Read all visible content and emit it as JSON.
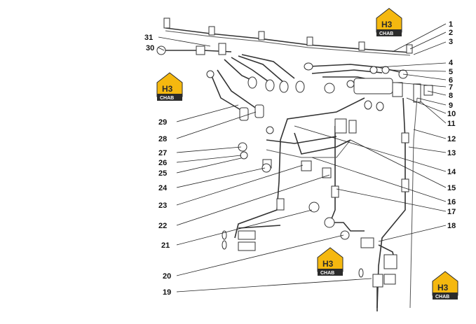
{
  "logo": {
    "letters": "H3",
    "subtitle": "CHAB"
  },
  "callouts": [
    {
      "id": "1",
      "label": "1"
    },
    {
      "id": "2",
      "label": "2"
    },
    {
      "id": "3",
      "label": "3"
    },
    {
      "id": "4",
      "label": "4"
    },
    {
      "id": "5",
      "label": "5"
    },
    {
      "id": "6",
      "label": "6"
    },
    {
      "id": "7",
      "label": "7"
    },
    {
      "id": "8",
      "label": "8"
    },
    {
      "id": "9",
      "label": "9"
    },
    {
      "id": "10",
      "label": "10"
    },
    {
      "id": "11",
      "label": "11"
    },
    {
      "id": "12",
      "label": "12"
    },
    {
      "id": "13",
      "label": "13"
    },
    {
      "id": "14",
      "label": "14"
    },
    {
      "id": "15",
      "label": "15"
    },
    {
      "id": "16",
      "label": "16"
    },
    {
      "id": "17",
      "label": "17"
    },
    {
      "id": "18",
      "label": "18"
    },
    {
      "id": "19",
      "label": "19"
    },
    {
      "id": "20",
      "label": "20"
    },
    {
      "id": "21",
      "label": "21"
    },
    {
      "id": "22",
      "label": "22"
    },
    {
      "id": "23",
      "label": "23"
    },
    {
      "id": "24",
      "label": "24"
    },
    {
      "id": "25",
      "label": "25"
    },
    {
      "id": "26",
      "label": "26"
    },
    {
      "id": "27",
      "label": "27"
    },
    {
      "id": "28",
      "label": "28"
    },
    {
      "id": "29",
      "label": "29"
    },
    {
      "id": "30",
      "label": "30"
    },
    {
      "id": "31",
      "label": "31"
    }
  ],
  "colors": {
    "logo_yellow": "#f5b80f",
    "logo_dark": "#2b2b2b",
    "line": "#222222"
  }
}
